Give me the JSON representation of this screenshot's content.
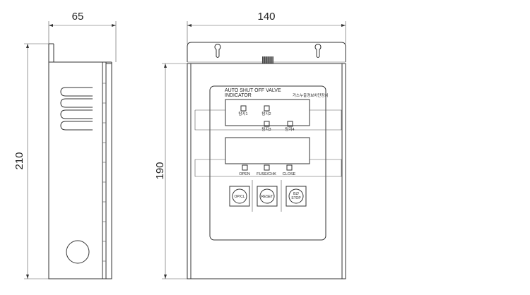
{
  "dimensions": {
    "side_width": "65",
    "side_height": "210",
    "front_width": "140",
    "front_height": "190"
  },
  "panel": {
    "title_line1": "AUTO SHUT OFF VALVE",
    "title_line2": "INDICATOR",
    "title_korean": "가스누출경보차단장치",
    "sensor_labels": [
      "탐지1",
      "탐지2",
      "탐지3",
      "탐지4"
    ],
    "status_labels": [
      "OPEN",
      "FUSE/CHK",
      "CLOSE"
    ],
    "buttons": [
      "OP/CL",
      "RESET",
      "BZ/STOP"
    ]
  }
}
